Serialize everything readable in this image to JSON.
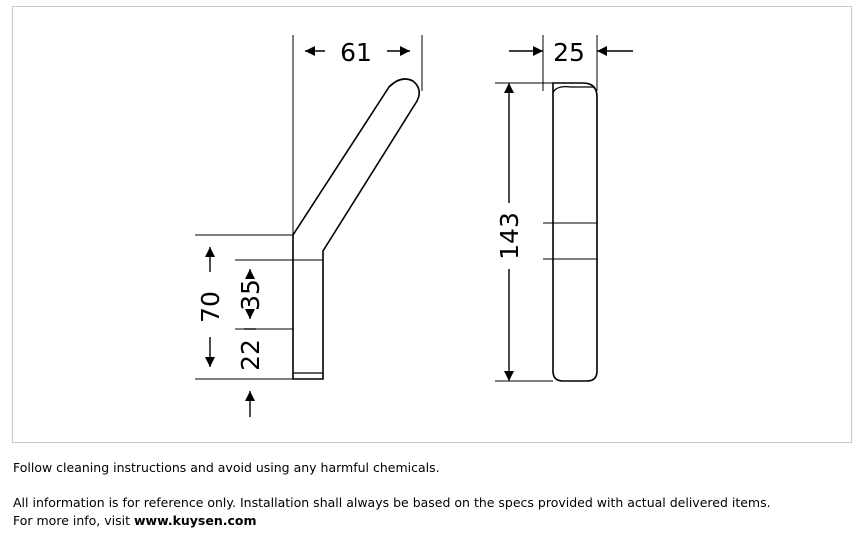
{
  "drawing": {
    "side_view": {
      "width_label": "61",
      "height_label": "70",
      "mid_label": "35",
      "bottom_label": "22"
    },
    "front_view": {
      "width_label": "25",
      "height_label": "143"
    }
  },
  "notes": {
    "cleaning": "Follow cleaning instructions and avoid using any harmful chemicals.",
    "disclaimer": "All information is for reference only. Installation shall always be based on the specs provided with actual delivered items.",
    "more_info_prefix": "For more info, visit ",
    "website": "www.kuysen.com"
  }
}
